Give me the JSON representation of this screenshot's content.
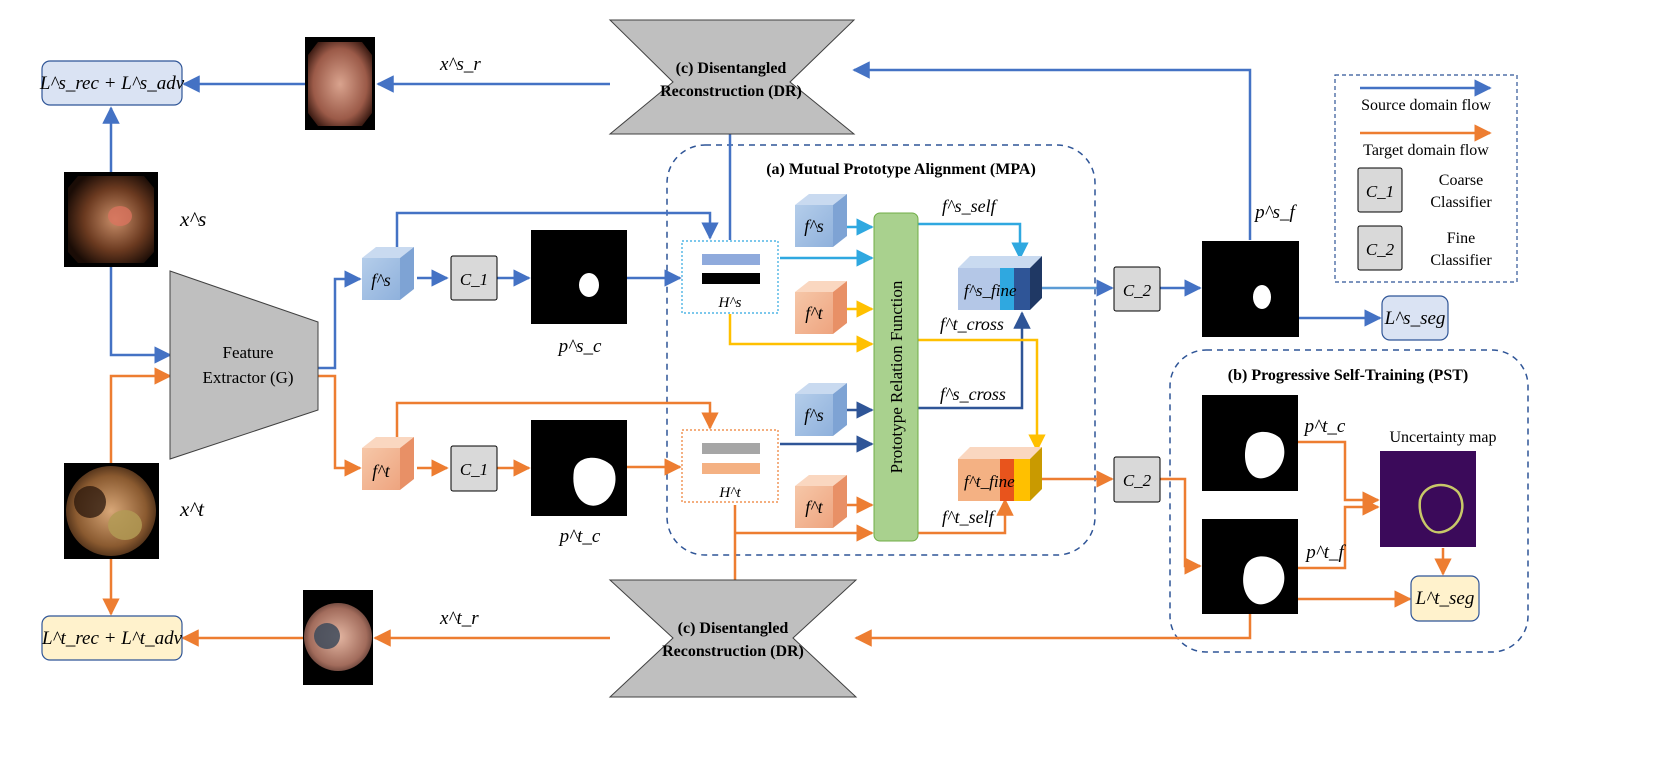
{
  "colors": {
    "source_flow": "#4472c4",
    "target_flow": "#ed7d31",
    "light_blue_flow": "#2fa8e0",
    "dark_blue_flow": "#2f5597",
    "yellow_flow": "#ffc000",
    "module_gray": "#bfbfbf",
    "prf_green": "#a9d18e",
    "source_loss_fill": "#dae3f3",
    "target_loss_fill": "#fff2cc"
  },
  "modules": {
    "mpa_title": "(a) Mutual Prototype Alignment (MPA)",
    "pst_title": "(b) Progressive Self-Training (PST)",
    "dr_top_line1": "(c) Disentangled",
    "dr_top_line2": "Reconstruction (DR)",
    "dr_bottom_line1": "(c) Disentangled",
    "dr_bottom_line2": "Reconstruction (DR)",
    "feature_extractor_line1": "Feature",
    "feature_extractor_line2": "Extractor (G)",
    "prototype_relation_function": "Prototype Relation Function",
    "uncertainty_map": "Uncertainty map"
  },
  "losses": {
    "source_rec_adv": "L^s_rec + L^s_adv",
    "target_rec_adv": "L^t_rec + L^t_adv",
    "source_seg": "L^s_seg",
    "target_seg": "L^t_seg"
  },
  "symbols": {
    "x_s": "x^s",
    "x_t": "x^t",
    "x_r_s": "x^s_r",
    "x_r_t": "x^t_r",
    "f_s": "f^s",
    "f_t": "f^t",
    "C1": "C_1",
    "C2": "C_2",
    "p_c_s": "p^s_c",
    "p_c_t": "p^t_c",
    "p_f_s": "p^s_f",
    "p_f_t": "p^t_f",
    "H_s": "H^s",
    "H_t": "H^t",
    "f_self_s": "f^s_self",
    "f_self_t": "f^t_self",
    "f_cross_s": "f^s_cross",
    "f_cross_t": "f^t_cross",
    "f_fine_s": "f^s_fine",
    "f_fine_t": "f^t_fine"
  },
  "legend": {
    "source_flow": "Source domain flow",
    "target_flow": "Target domain flow",
    "c1_label": "C_1",
    "c1_desc_line1": "Coarse",
    "c1_desc_line2": "Classifier",
    "c2_label": "C_2",
    "c2_desc_line1": "Fine",
    "c2_desc_line2": "Classifier"
  }
}
